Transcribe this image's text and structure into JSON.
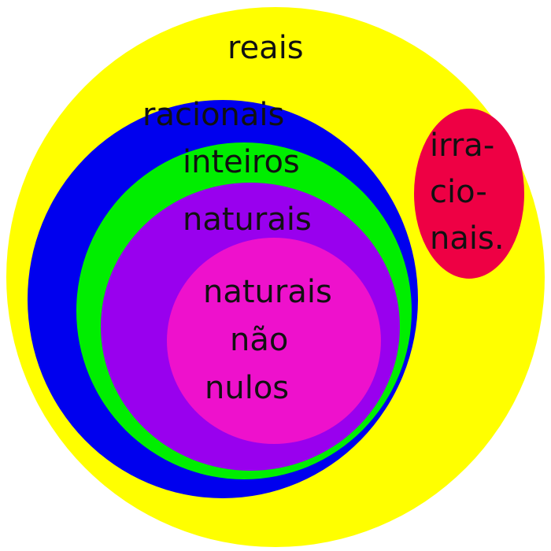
{
  "diagram": {
    "sets": {
      "reais": {
        "label": "reais",
        "color": "#ffff00"
      },
      "racionais": {
        "label": "racionais",
        "color": "#0000ee"
      },
      "inteiros": {
        "label": "inteiros",
        "color": "#00ee00"
      },
      "naturais": {
        "label": "naturais",
        "color": "#9900ee"
      },
      "naturais_nao_nulos": {
        "label_line1": "naturais",
        "label_line2": "não",
        "label_line3": "nulos",
        "color": "#ee11cc"
      },
      "irracionais": {
        "label_line1": "irra-",
        "label_line2": "cio-",
        "label_line3": "nais.",
        "color": "#ee0044"
      }
    }
  }
}
